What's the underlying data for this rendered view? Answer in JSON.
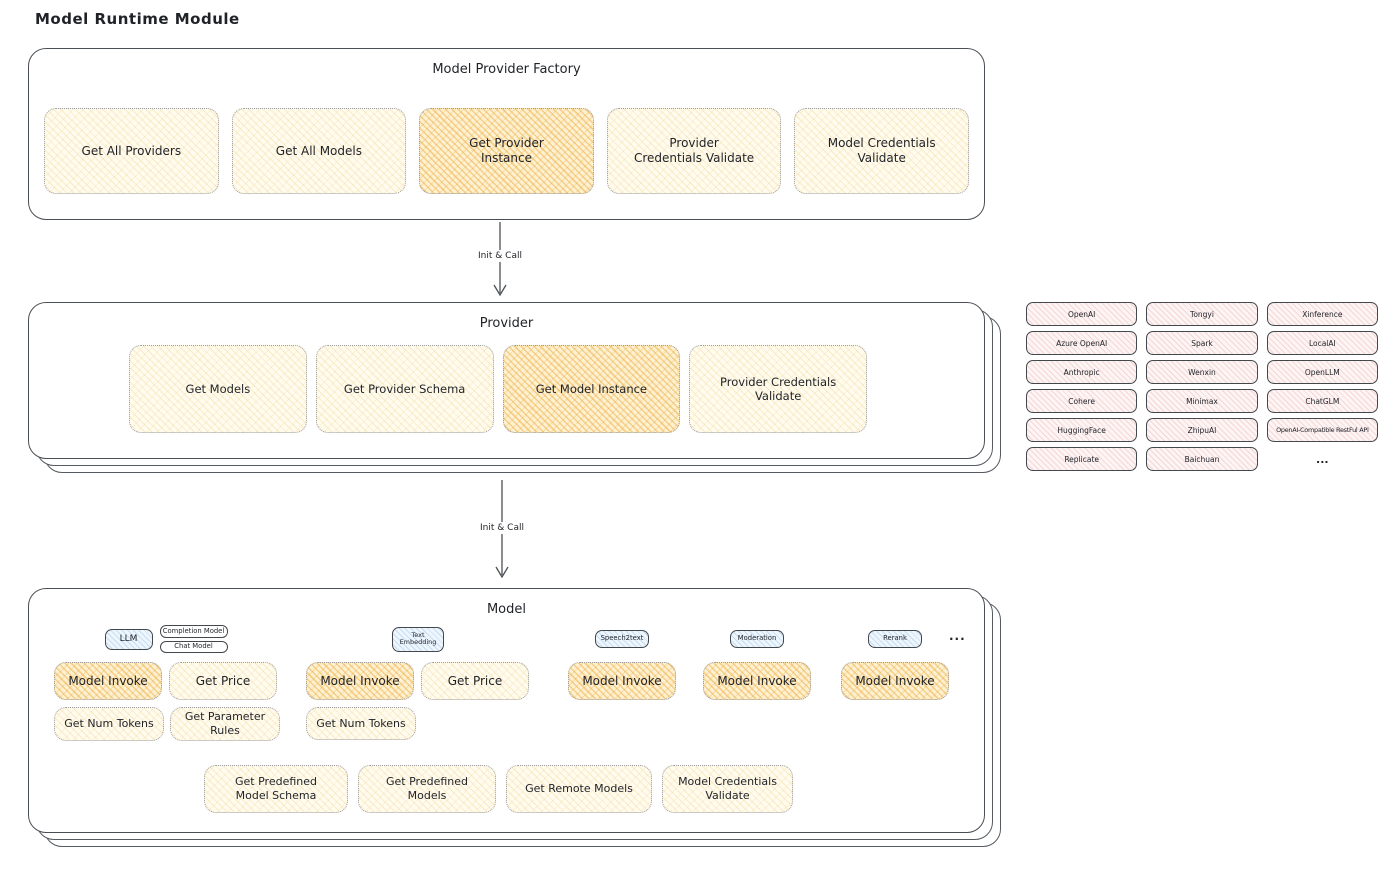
{
  "title": "Model Runtime Module",
  "colors": {
    "shape_yellow": "#fffbee",
    "shape_yellow_accent": "#eec670",
    "shape_orange_accent": "#eca42e",
    "shape_blue": "#eef6fd",
    "shape_pink": "#fdf4f4",
    "stroke_dark": "#43484d"
  },
  "arrow1_label": "Init & Call",
  "arrow2_label": "Init & Call",
  "factory": {
    "title": "Model Provider Factory",
    "buttons": [
      "Get All Providers",
      "Get All Models",
      "Get Provider Instance",
      "Provider Credentials Validate",
      "Model Credentials Validate"
    ],
    "highlighted": "Get Provider Instance"
  },
  "provider": {
    "title": "Provider",
    "buttons": [
      "Get Models",
      "Get Provider Schema",
      "Get Model Instance",
      "Provider Credentials Validate"
    ],
    "highlighted": "Get Model Instance"
  },
  "providers_panel": {
    "items": [
      "OpenAI",
      "Tongyi",
      "Xinference",
      "Azure OpenAI",
      "Spark",
      "LocalAI",
      "Anthropic",
      "Wenxin",
      "OpenLLM",
      "Cohere",
      "Minimax",
      "ChatGLM",
      "HuggingFace",
      "ZhipuAI",
      "OpenAI-Compatible RestFul API",
      "Replicate",
      "Baichuan"
    ],
    "more": "..."
  },
  "model": {
    "title": "Model",
    "tabs": {
      "llm": "LLM",
      "completion_model": "Completion Model",
      "chat_model": "Chat Model",
      "text_embedding": "Text Embedding",
      "speech2text": "Speech2text",
      "moderation": "Moderation",
      "rerank": "Rerank",
      "more": "..."
    },
    "llm_buttons": {
      "invoke": "Model Invoke",
      "price": "Get Price",
      "tokens": "Get Num Tokens",
      "rules": "Get Parameter Rules"
    },
    "te_buttons": {
      "invoke": "Model Invoke",
      "price": "Get Price",
      "tokens": "Get Num Tokens"
    },
    "speech2text_buttons": {
      "invoke": "Model Invoke"
    },
    "moderation_buttons": {
      "invoke": "Model Invoke"
    },
    "rerank_buttons": {
      "invoke": "Model Invoke"
    },
    "bottom_buttons": [
      "Get Predefined Model Schema",
      "Get Predefined Models",
      "Get Remote Models",
      "Model Credentials Validate"
    ]
  }
}
